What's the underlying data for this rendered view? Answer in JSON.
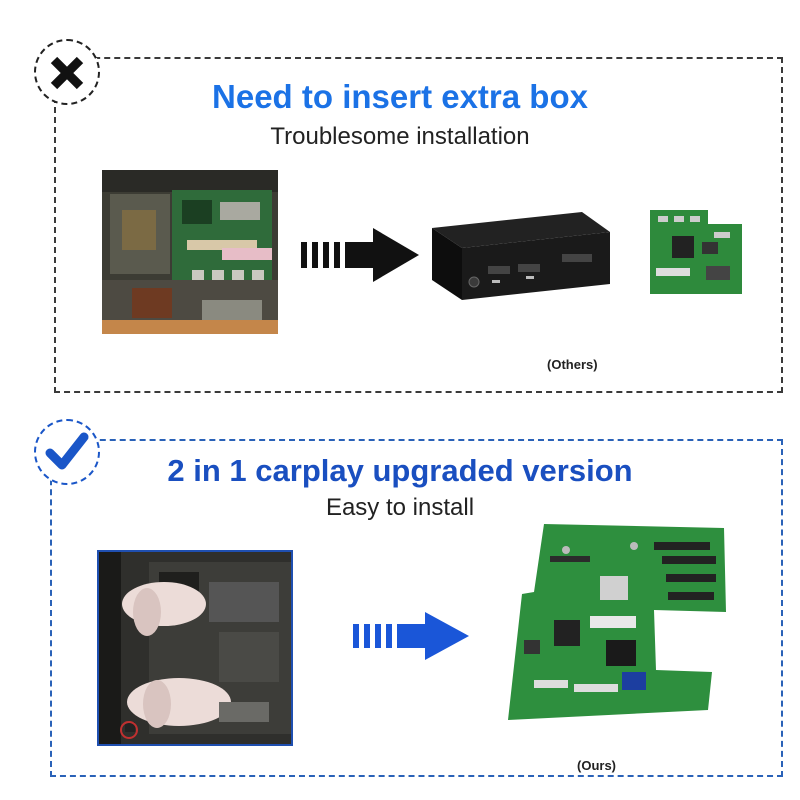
{
  "comparison": {
    "others": {
      "headline": "Need to insert extra box",
      "subtitle": "Troublesome installation",
      "caption": "(Others)",
      "status_icon": "cross-icon",
      "accent_color": "#1b72e6"
    },
    "ours": {
      "headline": "2 in 1 carplay upgraded version",
      "subtitle": "Easy to install",
      "caption": "(Ours)",
      "status_icon": "check-icon",
      "accent_color": "#1a4fc0"
    }
  }
}
